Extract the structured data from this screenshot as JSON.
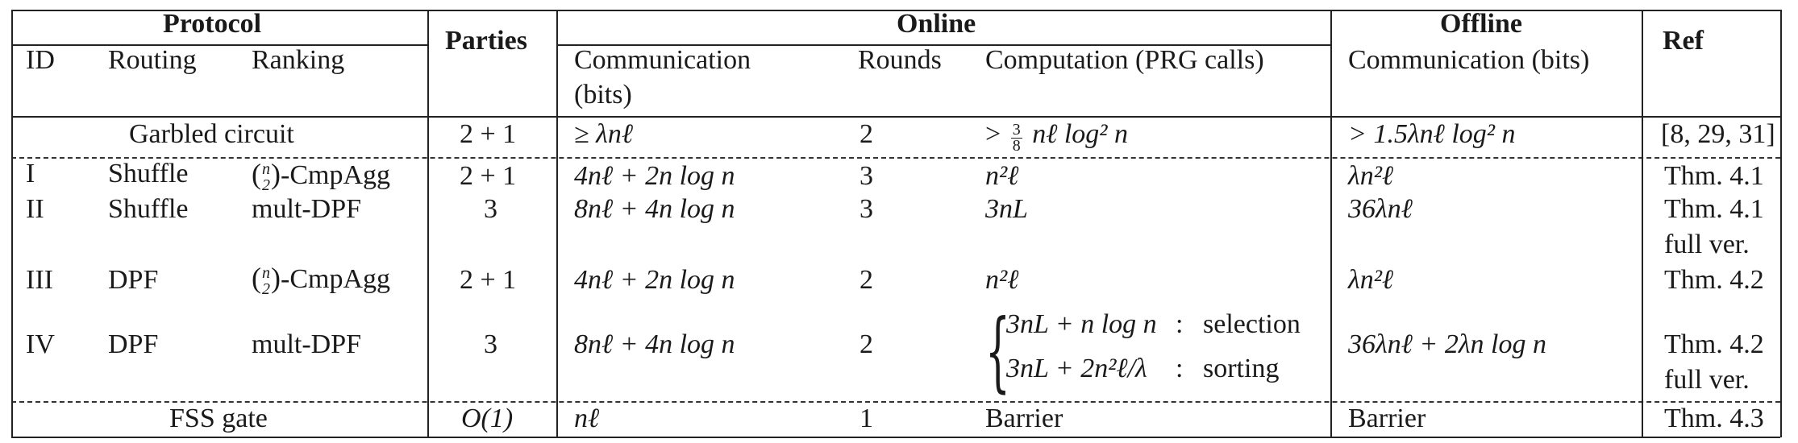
{
  "header": {
    "protocol": "Protocol",
    "parties": "Parties",
    "online": "Online",
    "offline": "Offline",
    "ref": "Ref",
    "id": "ID",
    "routing": "Routing",
    "ranking": "Ranking",
    "communication": "Communication",
    "bits": "(bits)",
    "rounds": "Rounds",
    "computation": "Computation (PRG calls)",
    "offline_comm": "Communication (bits)"
  },
  "rows": [
    {
      "name": "Garbled circuit",
      "parties": "2 + 1",
      "comm": "≥ λnℓ",
      "rounds": "2",
      "comp_prefix": ">",
      "comp_suffix": "nℓ log² n",
      "offline": "> 1.5λnℓ log² n",
      "ref": "[8, 29, 31]"
    },
    {
      "id": "I",
      "routing": "Shuffle",
      "ranking": "-CmpAgg",
      "parties": "2 + 1",
      "comm": "4nℓ + 2n log n",
      "rounds": "3",
      "comp": "n²ℓ",
      "offline": "λn²ℓ",
      "ref": "Thm. 4.1"
    },
    {
      "id": "II",
      "routing": "Shuffle",
      "ranking": "mult-DPF",
      "parties": "3",
      "comm": "8nℓ + 4n log n",
      "rounds": "3",
      "comp": "3nL",
      "offline": "36λnℓ",
      "ref": "Thm. 4.1",
      "ref2": "full ver."
    },
    {
      "id": "III",
      "routing": "DPF",
      "ranking": "-CmpAgg",
      "parties": "2 + 1",
      "comm": "4nℓ + 2n log n",
      "rounds": "2",
      "comp": "n²ℓ",
      "offline": "λn²ℓ",
      "ref": "Thm. 4.2"
    },
    {
      "id": "IV",
      "routing": "DPF",
      "ranking": "mult-DPF",
      "parties": "3",
      "comm": "8nℓ + 4n log n",
      "rounds": "2",
      "comp_line1": "3nL + n log n",
      "comp_tag1": "selection",
      "comp_line2": "3nL + 2n²ℓ/λ",
      "comp_tag2": "sorting",
      "offline": "36λnℓ + 2λn log n",
      "ref": "Thm. 4.2",
      "ref2": "full ver."
    },
    {
      "name": "FSS gate",
      "parties": "O(1)",
      "comm": "nℓ",
      "rounds": "1",
      "comp": "Barrier",
      "offline": "Barrier",
      "ref": "Thm. 4.3"
    }
  ],
  "math": {
    "frac_num": "3",
    "frac_den": "8",
    "binom_top": "n",
    "binom_bottom": "2",
    "colon": ":"
  }
}
